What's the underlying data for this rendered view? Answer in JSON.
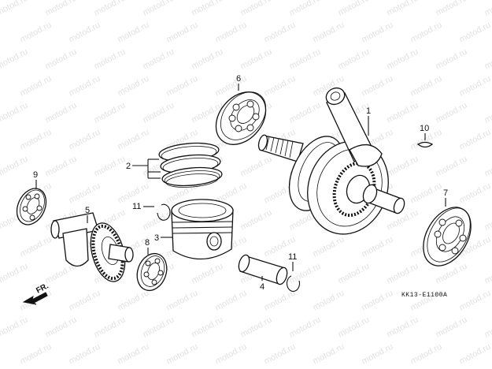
{
  "watermark": "motod.ru",
  "diagram_code": "KK13-E1100A",
  "front_marker": "FR.",
  "callouts": {
    "c1": "1",
    "c2": "2",
    "c3": "3",
    "c4": "4",
    "c5": "5",
    "c6": "6",
    "c7": "7",
    "c8": "8",
    "c9": "9",
    "c10": "10",
    "c11a": "11",
    "c11b": "11"
  }
}
